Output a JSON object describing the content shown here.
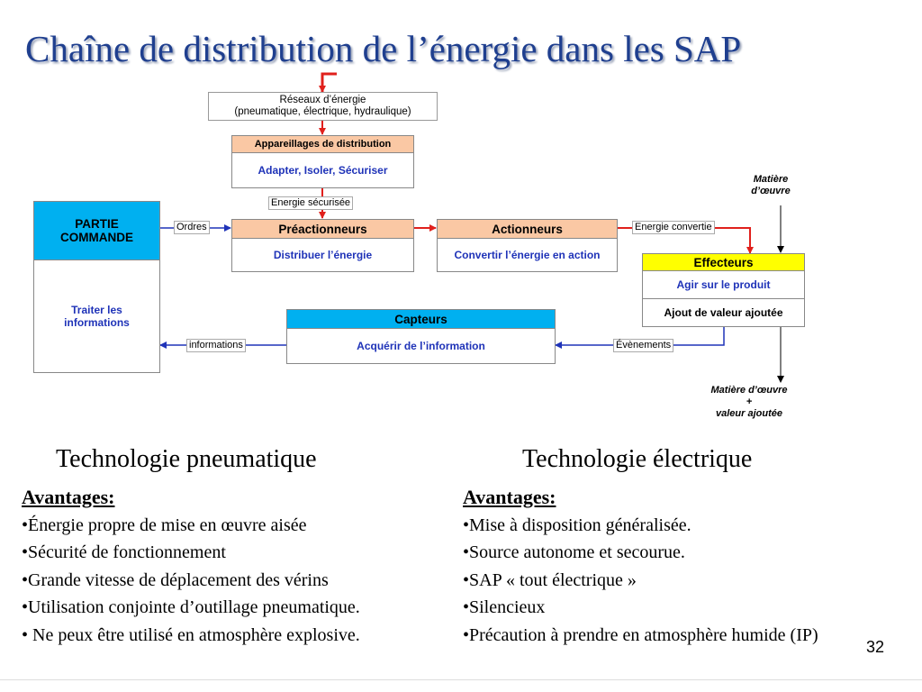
{
  "title": "Chaîne de distribution de l’énergie dans les SAP",
  "diagram": {
    "reseaux": {
      "line1": "Réseaux d’énergie",
      "line2": "(pneumatique, électrique, hydraulique)"
    },
    "appareillages": {
      "header": "Appareillages de distribution",
      "body": "Adapter, Isoler, Sécuriser"
    },
    "energie_securisee": "Energie sécurisée",
    "partie_commande": {
      "header": "PARTIE COMMANDE",
      "body": "Traiter les informations"
    },
    "ordres": "Ordres",
    "preactionneurs": {
      "header": "Préactionneurs",
      "body": "Distribuer l’énergie"
    },
    "actionneurs": {
      "header": "Actionneurs",
      "body": "Convertir l’énergie en action"
    },
    "energie_convertie": "Energie convertie",
    "matiere_oeuvre": "Matière d’œuvre",
    "effecteurs": {
      "header": "Effecteurs",
      "body": "Agir sur le produit",
      "footer": "Ajout de valeur ajoutée"
    },
    "capteurs": {
      "header": "Capteurs",
      "body": "Acquérir de l’information"
    },
    "informations": "informations",
    "evenements": "Évènements",
    "sortie": {
      "line1": "Matière d’œuvre",
      "line2": "+",
      "line3": "valeur ajoutée"
    },
    "colors": {
      "salmon": "#fac8a4",
      "cyan": "#00b0f0",
      "yellow": "#ffff00",
      "arrow_red": "#e0201c",
      "arrow_blue": "#1f33b8",
      "body_text": "#1f33b8"
    }
  },
  "pneumatique": {
    "title": "Technologie pneumatique",
    "advantages_label": "Avantages:",
    "items": [
      "•Énergie propre de mise en œuvre aisée",
      "•Sécurité de fonctionnement",
      "•Grande vitesse de déplacement des vérins",
      "•Utilisation conjointe d’outillage pneumatique.",
      "• Ne peux être utilisé en atmosphère explosive."
    ]
  },
  "electrique": {
    "title": "Technologie électrique",
    "advantages_label": "Avantages:",
    "items": [
      "•Mise à disposition généralisée.",
      "•Source autonome et secourue.",
      "•SAP « tout électrique »",
      "•Silencieux",
      "•Précaution à prendre en atmosphère humide (IP)"
    ]
  },
  "page_number": "32"
}
